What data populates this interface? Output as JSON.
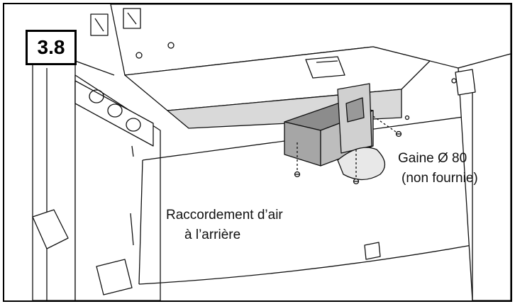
{
  "figure": {
    "step_number": "3.8",
    "duct_label_line1": "Gaine Ø 80",
    "duct_label_line2": "(non fournie)",
    "air_label_line1": "Raccordement d’air",
    "air_label_line2": "à l’arrière"
  },
  "colors": {
    "line": "#111111",
    "panel_gray": "#d9d9d9",
    "box_gray": "#a6a6a6",
    "box_dark": "#8c8c8c",
    "duct_light": "#e8e8e8"
  }
}
